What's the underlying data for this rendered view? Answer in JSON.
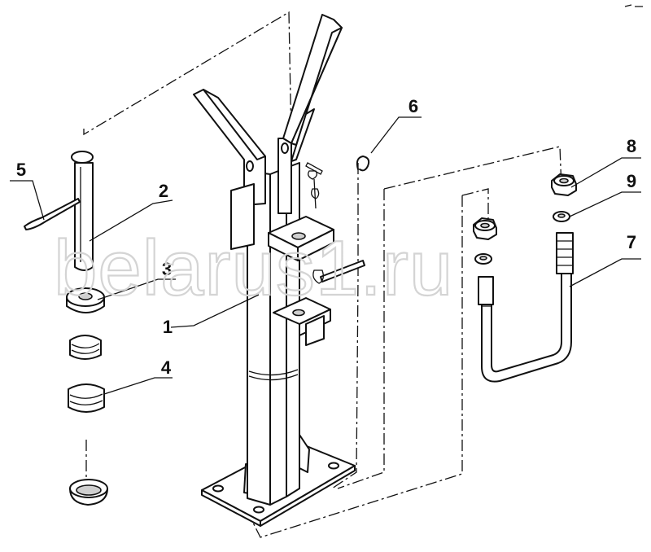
{
  "diagram": {
    "callouts": [
      {
        "id": "1",
        "label": "1"
      },
      {
        "id": "2",
        "label": "2"
      },
      {
        "id": "3",
        "label": "3"
      },
      {
        "id": "4",
        "label": "4"
      },
      {
        "id": "5",
        "label": "5"
      },
      {
        "id": "6",
        "label": "6"
      },
      {
        "id": "7",
        "label": "7"
      },
      {
        "id": "8",
        "label": "8"
      },
      {
        "id": "9",
        "label": "9"
      }
    ],
    "watermark": "belarus1.ru"
  }
}
